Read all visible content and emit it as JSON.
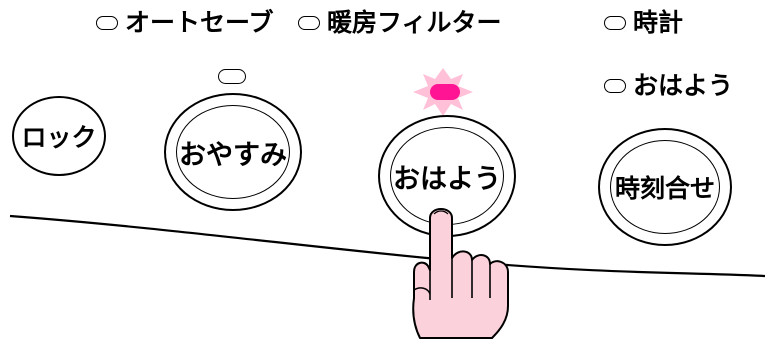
{
  "indicators": {
    "autosave": "オートセーブ",
    "filter": "暖房フィルター",
    "clock": "時計",
    "ohayou": "おはよう"
  },
  "buttons": {
    "lock": "ロック",
    "oyasumi": "おやすみ",
    "ohayou": "おはよう",
    "clock_set": "時刻合せ"
  },
  "colors": {
    "active_lamp": "#ff1493",
    "lamp_glow": "#ffc0d8",
    "hand_fill": "#fbd2dc"
  }
}
